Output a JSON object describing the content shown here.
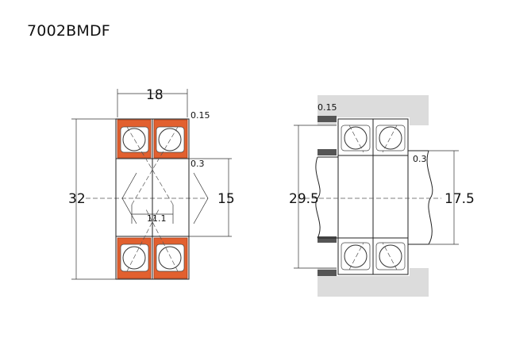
{
  "title": "7002BMDF",
  "colors": {
    "ring_fill": "#e2602f",
    "housing_fill": "#dcdcdc",
    "line": "#222222"
  },
  "left_view": {
    "width_label": "18",
    "outer_diameter_label": "32",
    "bore_label": "15",
    "chamfer_outer_label": "0.15",
    "chamfer_inner_label": "0.3",
    "offset_label": "11.1"
  },
  "right_view": {
    "chamfer_outer_label": "0.15",
    "chamfer_inner_label": "0.3",
    "housing_shoulder_label": "29.5",
    "shaft_shoulder_label": "17.5"
  }
}
